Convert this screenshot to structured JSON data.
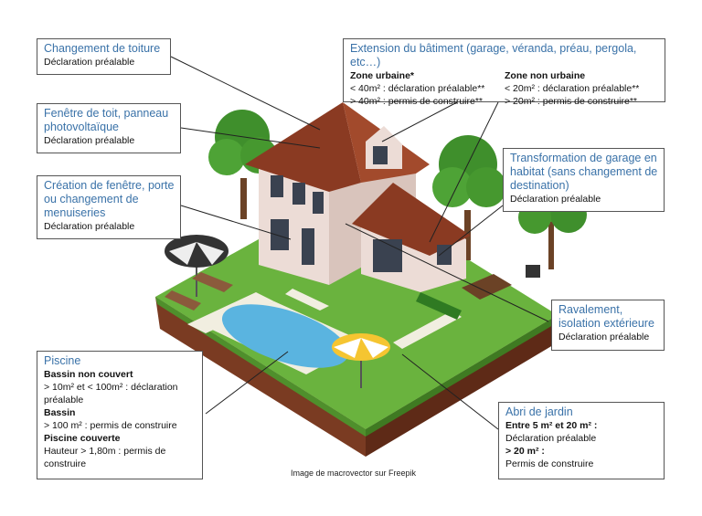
{
  "boxes": {
    "toiture": {
      "title": "Changement de toiture",
      "lines": [
        "Déclaration préalable"
      ]
    },
    "fenetre_toit": {
      "title": "Fenêtre de toit, panneau photovoltaïque",
      "lines": [
        "Déclaration préalable"
      ]
    },
    "fenetre_porte": {
      "title": "Création de fenêtre, porte ou changement de menuiseries",
      "lines": [
        "Déclaration préalable"
      ]
    },
    "extension": {
      "title": "Extension du bâtiment (garage, véranda, préau, pergola, etc…)",
      "urbaine": {
        "heading": "Zone urbaine*",
        "lines": [
          "< 40m² : déclaration préalable**",
          "> 40m² : permis de construire**"
        ]
      },
      "non_urbaine": {
        "heading": "Zone non urbaine",
        "lines": [
          "< 20m² : déclaration préalable**",
          "> 20m² : permis de construire**"
        ]
      }
    },
    "garage": {
      "title": "Transformation de garage en habitat (sans changement de destination)",
      "lines": [
        "Déclaration préalable"
      ]
    },
    "ravalement": {
      "title": "Ravalement, isolation extérieure",
      "lines": [
        "Déclaration préalable"
      ]
    },
    "piscine": {
      "title": "Piscine",
      "lines": [
        {
          "text": "Bassin  non couvert",
          "bold": true
        },
        {
          "text": "> 10m² et < 100m² : déclaration préalable",
          "bold": false
        },
        {
          "text": "Bassin",
          "bold": true
        },
        {
          "text": "> 100 m² : permis de construire",
          "bold": false
        },
        {
          "text": "Piscine couverte",
          "bold": true
        },
        {
          "text": "Hauteur > 1,80m : permis de construire",
          "bold": false
        }
      ]
    },
    "abri": {
      "title": "Abri de jardin",
      "lines": [
        {
          "text": "Entre 5 m² et 20 m² :",
          "bold": true
        },
        {
          "text": "Déclaration préalable",
          "bold": false
        },
        {
          "text": "> 20 m² :",
          "bold": true
        },
        {
          "text": "Permis de construire",
          "bold": false
        }
      ]
    }
  },
  "credit": "Image de macrovector sur Freepik",
  "colors": {
    "title": "#3a72a8",
    "grass": "#6ab33e",
    "soil": "#7a3b22",
    "roof": "#8a3a22",
    "wall": "#ecdcd6",
    "pool": "#5ab4e0"
  }
}
